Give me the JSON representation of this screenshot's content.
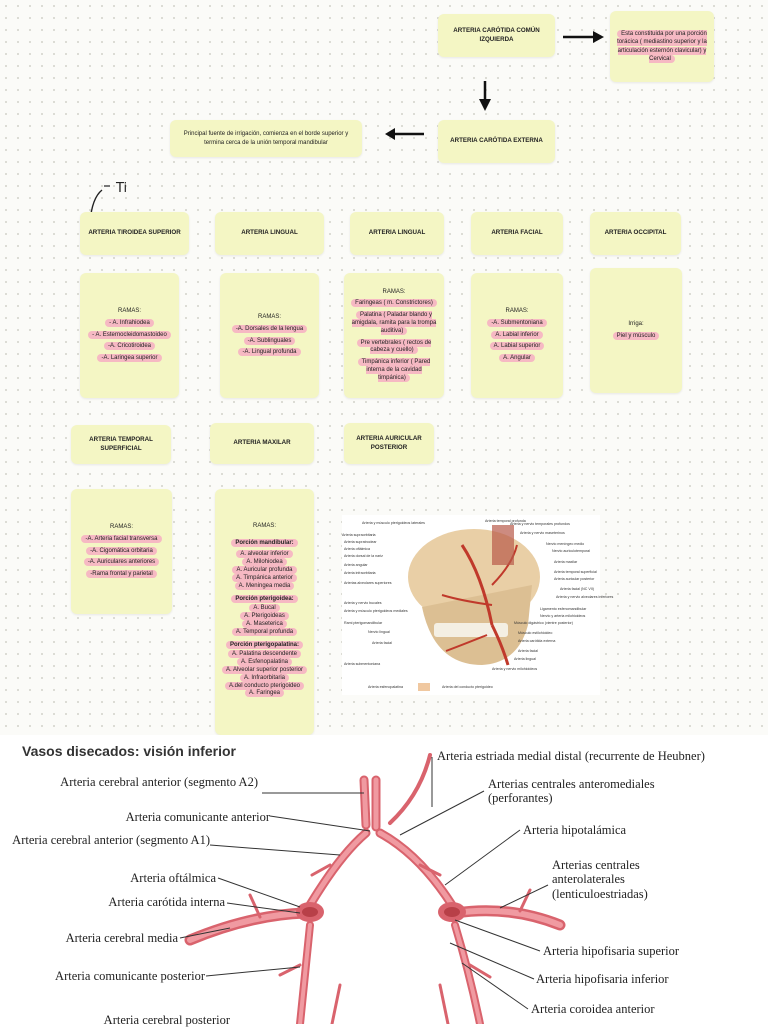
{
  "top": {
    "common_carotid": "ARTERIA CARÓTIDA COMÚN IZQUIERDA",
    "common_carotid_note": "Esta constituida por una porción torácica ( mediastino superior y la articulación esternón clavicular) y Cervical",
    "external_carotid": "ARTERIA CARÓTIDA EXTERNA",
    "external_carotid_note": "Principal fuente de irrigación, comienza en el borde superior y termina cerca de la unión temporal mandibular",
    "handwritten": "Ti"
  },
  "branches": [
    {
      "title": "ARTERIA TIROIDEA SUPERIOR",
      "heading": "RAMAS:",
      "items": [
        "- A. Infrahiodea",
        "- A. Esternocleidomastoideo",
        "-A. Cricotiroidea",
        "-A. Laringea superior"
      ]
    },
    {
      "title": "ARTERIA LINGUAL",
      "heading": "RAMAS:",
      "items": [
        "-A. Dorsales de la lengua",
        "-A. Sublinguales",
        "-A. Lingual profunda"
      ]
    },
    {
      "title": "ARTERIA LINGUAL",
      "heading": "RAMAS:",
      "items": [
        "Faringeas ( m. Constrictores)",
        "Palatina ( Paladar blando y amigdala, ramita para la trompa auditiva)",
        "Pre vertebrales ( rectos de cabeza y cuello)",
        "Timpánica inferior ( Pared interna de la cavidad timpánica)"
      ]
    },
    {
      "title": "ARTERIA FACIAL",
      "heading": "RAMAS:",
      "items": [
        "-A. Submentoniana",
        "A. Labial inferior",
        "A. Labial superior",
        "A. Angular"
      ]
    },
    {
      "title": "ARTERIA OCCIPITAL",
      "heading": "Irriga:",
      "items": [
        "Piel y músculo"
      ]
    }
  ],
  "branches2": [
    {
      "title": "ARTERIA TEMPORAL SUPERFICIAL",
      "heading": "RAMAS:",
      "items": [
        "-A. Arteria facial transversa",
        "-A. Cigomática orbitaria",
        "-A. Auriculares anteriores",
        "-Rama frontal y parietal"
      ]
    },
    {
      "title": "ARTERIA MAXILAR",
      "heading": "RAMAS:",
      "groups": [
        {
          "label": "Porción mandibular:",
          "items": [
            "A. alveolar inferior",
            "A. Milohiodea",
            "A. Auricular profunda",
            "A. Timpánica anterior",
            "A. Meningea media"
          ]
        },
        {
          "label": "Porción pterigoidea:",
          "items": [
            "A. Bucal",
            "A. Pterigoideas",
            "A. Maseterica",
            "A. Temporal profunda"
          ]
        },
        {
          "label": "Porción pterigopalatina:",
          "items": [
            "A. Palatina descendente",
            "A. Esfenopalatina",
            "A. Alveolar superior posterior",
            "A. Infraorbitaria",
            "A.del conducto pterigoideo",
            "A. Faringea"
          ]
        }
      ]
    },
    {
      "title": "ARTERIA AURICULAR POSTERIOR"
    }
  ],
  "illustration_labels": [
    "Arteria y músculo pterigoideos laterales",
    "Arteria supraorbitaria",
    "Arteria supratroclear",
    "Arteria oftálmica",
    "Arteria dorsal de la nariz",
    "Arteria angular",
    "Arteria infraorbitaria",
    "Arterias alveolares superiores",
    "Arteria y nervio bucales",
    "Arteria y músculo pterigoideos mediales",
    "Rami pterigomandibular",
    "Nervio lingual",
    "Arteria facial",
    "Arteria submentoniana",
    "Arteria esfenopalatina",
    "Arteria del conducto pterigoideo",
    "Arteria temporal profunda",
    "Arteria y nervio temporales profundos",
    "Arteria y nervio maseterinos",
    "Nervio meníngeo medio",
    "Nervio auriculotemporal",
    "Arteria maxilar",
    "Arteria temporal superficial",
    "Arteria auricular posterior",
    "Arteria facial (NC VII)",
    "Arteria y nervio alveolares inferiores",
    "Ligamento esfenomandibular",
    "Nervio y arteria milohioideos",
    "Músculo digástrico (vientre posterior)",
    "Músculo estilohioideo",
    "Arteria carótida externa",
    "Arteria facial",
    "Arteria lingual",
    "Arteria y nervio milohioideos"
  ],
  "figure": {
    "title": "Vasos disecados: visión inferior",
    "labels_left": [
      "Arteria cerebral anterior (segmento A2)",
      "Arteria comunicante anterior",
      "Arteria cerebral anterior (segmento A1)",
      "Arteria oftálmica",
      "Arteria carótida interna",
      "Arteria cerebral media",
      "Arteria comunicante posterior",
      "Arteria cerebral posterior"
    ],
    "labels_right": [
      "Arteria estriada medial distal (recurrente de Heubner)",
      "Arterias centrales anteromediales (perforantes)",
      "Arteria hipotalámica",
      "Arterias centrales anterolaterales (lenticuloestriadas)",
      "Arteria hipofisaria superior",
      "Arteria hipofisaria inferior",
      "Arteria coroidea anterior"
    ],
    "colors": {
      "artery": "#e8828a",
      "artery_dark": "#c9505a",
      "card": "#f4f6c4",
      "highlight": "#f6b9c3"
    }
  }
}
